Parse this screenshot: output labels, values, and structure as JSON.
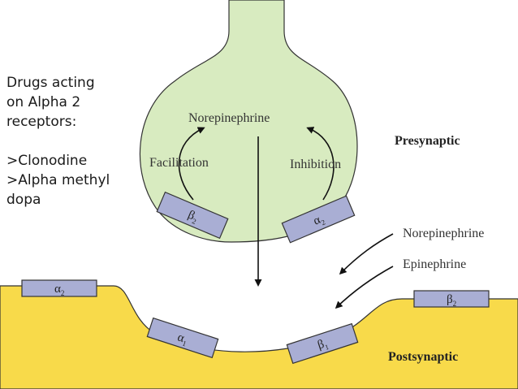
{
  "notes": {
    "title_lines": [
      "Drugs acting",
      "on Alpha 2",
      "receptors:"
    ],
    "drugs": [
      ">Clonodine",
      ">Alpha methyl",
      "dopa"
    ]
  },
  "labels": {
    "norepinephrine_inside": "Norepinephrine",
    "facilitation": "Facilitation",
    "inhibition": "Inhibition",
    "presynaptic": "Presynaptic",
    "postsynaptic": "Postsynaptic",
    "norepinephrine_outside": "Norepinephrine",
    "epinephrine": "Epinephrine"
  },
  "receptors": {
    "pre_left": {
      "letter": "β",
      "sub": "2"
    },
    "pre_right": {
      "letter": "α",
      "sub": "2"
    },
    "post_left_flat": {
      "letter": "α",
      "sub": "2"
    },
    "post_curve_left": {
      "letter": "α",
      "sub": "1"
    },
    "post_curve_right": {
      "letter": "β",
      "sub": "1"
    },
    "post_right_flat": {
      "letter": "β",
      "sub": "2"
    }
  },
  "colors": {
    "presynaptic_fill": "#d8ebc0",
    "postsynaptic_fill": "#f8da4a",
    "receptor_fill": "#a9aed4"
  }
}
